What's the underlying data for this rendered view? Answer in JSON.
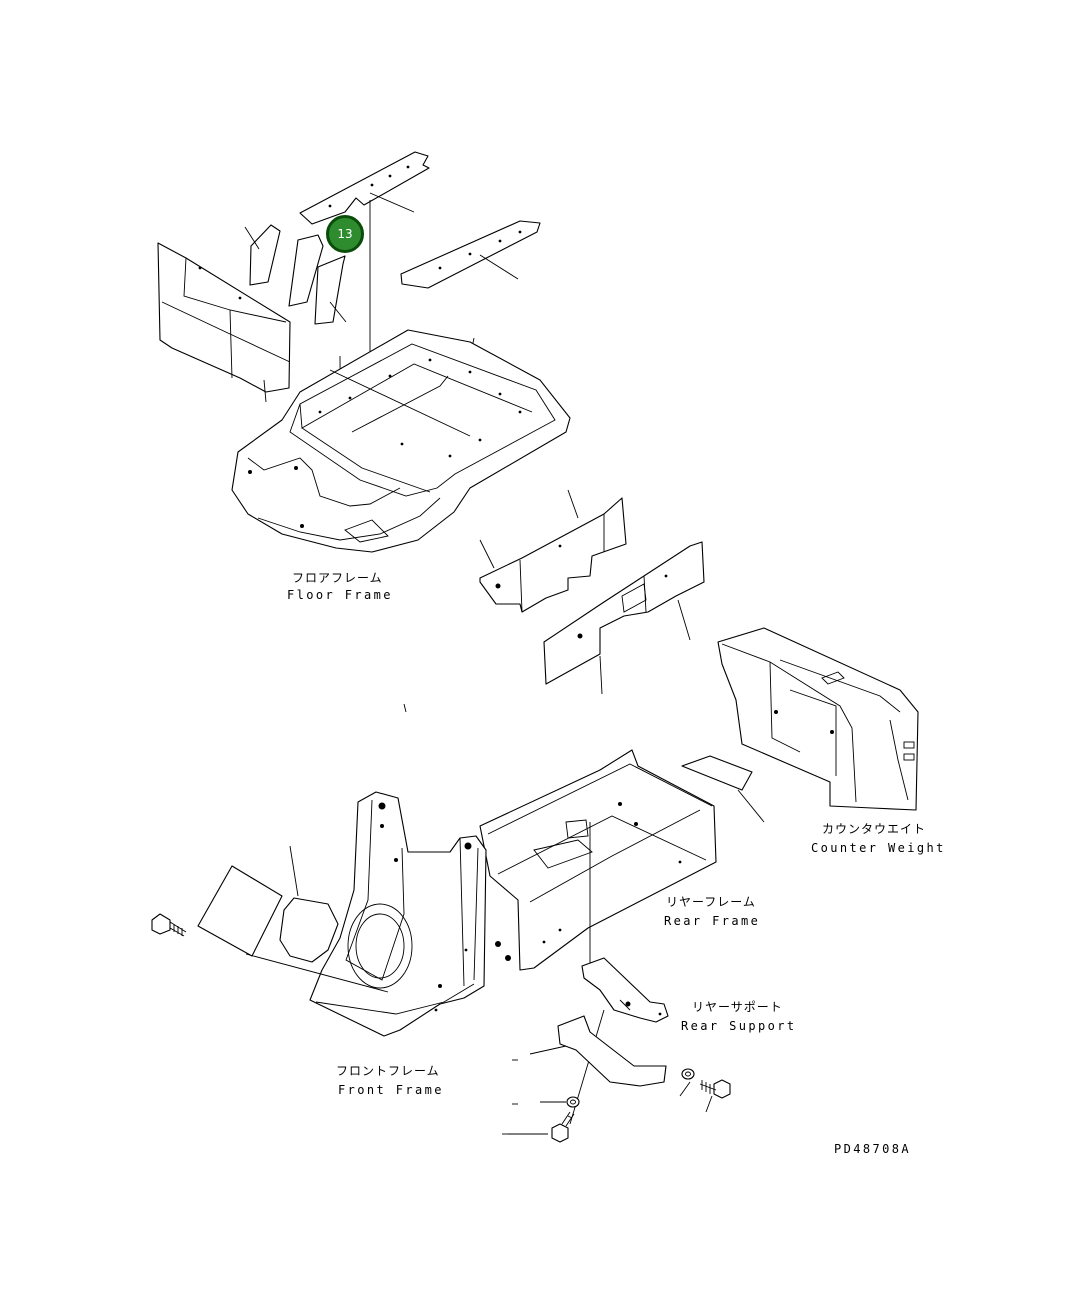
{
  "callout": {
    "number": "13",
    "color": "#2e8b2e"
  },
  "labels": {
    "floor_frame_jp": "フロアフレーム",
    "floor_frame_en": "Floor Frame",
    "counter_weight_jp": "カウンタウエイト",
    "counter_weight_en": "Counter Weight",
    "rear_frame_jp": "リヤーフレーム",
    "rear_frame_en": "Rear Frame",
    "rear_support_jp": "リヤーサポート",
    "rear_support_en": "Rear Support",
    "front_frame_jp": "フロントフレーム",
    "front_frame_en": "Front Frame",
    "drawing_number": "PD48708A"
  }
}
